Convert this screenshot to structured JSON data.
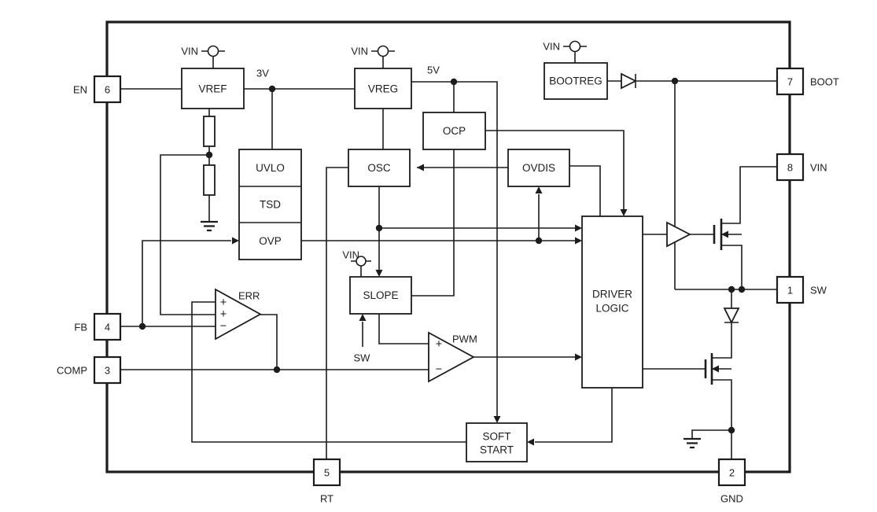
{
  "blocks": {
    "vref": "VREF",
    "vreg": "VREG",
    "bootreg": "BOOTREG",
    "uvlo": "UVLO",
    "tsd": "TSD",
    "ovp": "OVP",
    "osc": "OSC",
    "ocp": "OCP",
    "ovdis": "OVDIS",
    "slope": "SLOPE",
    "driver_logic_lines": [
      "DRIVER",
      "LOGIC"
    ],
    "soft_start_lines": [
      "SOFT",
      "START"
    ]
  },
  "amplifiers": {
    "err": {
      "label": "ERR",
      "inputs": [
        "+",
        "+",
        "−"
      ]
    },
    "pwm": {
      "label": "PWM",
      "inputs": [
        "+",
        "−"
      ]
    }
  },
  "nets": {
    "vin": "VIN",
    "v3": "3V",
    "v5": "5V",
    "sw": "SW"
  },
  "pins": {
    "en": {
      "number": "6",
      "name": "EN"
    },
    "fb": {
      "number": "4",
      "name": "FB"
    },
    "comp": {
      "number": "3",
      "name": "COMP"
    },
    "rt": {
      "number": "5",
      "name": "RT"
    },
    "gnd": {
      "number": "2",
      "name": "GND"
    },
    "sw": {
      "number": "1",
      "name": "SW"
    },
    "vin": {
      "number": "8",
      "name": "VIN"
    },
    "boot": {
      "number": "7",
      "name": "BOOT"
    }
  },
  "colors": {
    "line": "#1c1c1c",
    "background": "#ffffff"
  }
}
